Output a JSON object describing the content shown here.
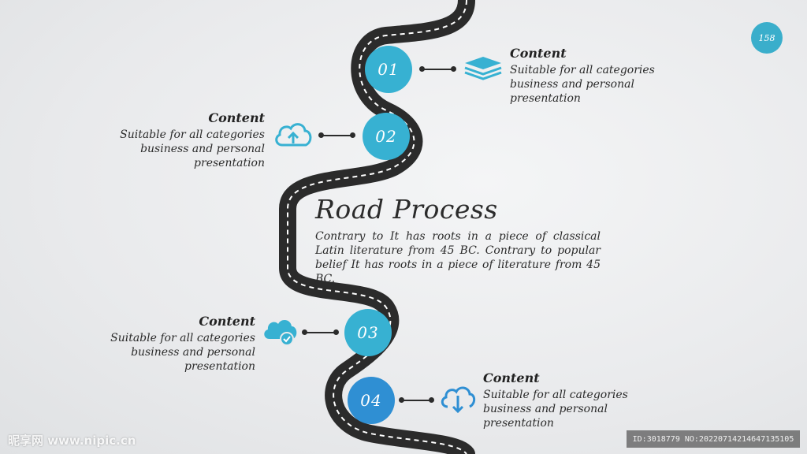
{
  "page_number": "158",
  "main": {
    "title": "Road Process",
    "description": "Contrary to It has roots in a piece of classical Latin literature from 45 BC. Contrary to popular belief It has roots in a piece of literature from 45 BC."
  },
  "steps": [
    {
      "number": "01",
      "title": "Content",
      "description": "Suitable for all categories business and personal presentation",
      "icon": "layers-icon"
    },
    {
      "number": "02",
      "title": "Content",
      "description": "Suitable for all categories business and personal presentation",
      "icon": "cloud-upload-icon"
    },
    {
      "number": "03",
      "title": "Content",
      "description": "Suitable for all categories business and personal presentation",
      "icon": "cloud-check-icon"
    },
    {
      "number": "04",
      "title": "Content",
      "description": "Suitable for all categories business and personal presentation",
      "icon": "cloud-download-icon"
    }
  ],
  "watermark": {
    "left": "昵享网 www.nipic.cn",
    "right": "ID:3018779 NO:20220714214647135105"
  },
  "colors": {
    "accent_light": "#37b1d2",
    "accent_dark": "#2f8fd3",
    "road": "#2b2b2b"
  }
}
